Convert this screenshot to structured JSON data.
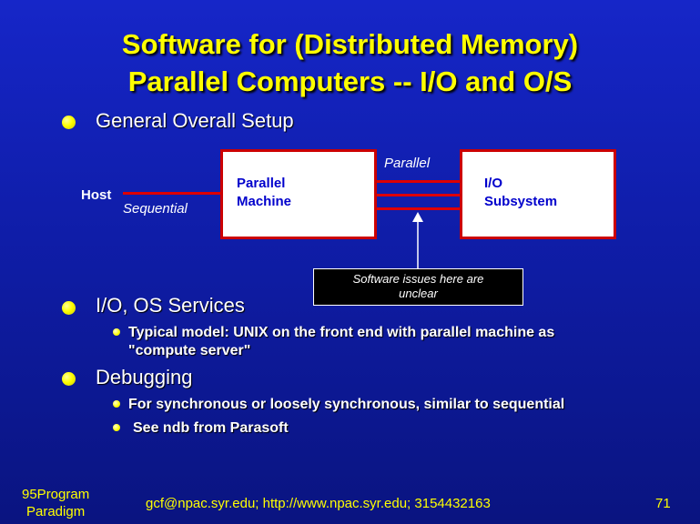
{
  "title": {
    "line1": "Software for (Distributed Memory)",
    "line2": "Parallel Computers -- I/O and O/S"
  },
  "sections": [
    {
      "label": "General Overall Setup"
    },
    {
      "label": "I/O, OS Services",
      "subitems": [
        "Typical model: UNIX on the front end with parallel machine as",
        "\"compute server\""
      ]
    },
    {
      "label": "Debugging",
      "subitems": [
        "For synchronous or loosely synchronous, similar to sequential",
        "See ndb from Parasoft"
      ]
    }
  ],
  "diagram": {
    "host": "Host",
    "sequential": "Sequential",
    "parallel_machine": [
      "Parallel",
      "Machine"
    ],
    "parallel": "Parallel",
    "io_subsystem": [
      "I/O",
      "Subsystem"
    ],
    "note": [
      "Software issues here are",
      "unclear"
    ]
  },
  "footer": {
    "left": [
      "95Program",
      "Paradigm"
    ],
    "center": "gcf@npac.syr.edu; http://www.npac.syr.edu; 3154432163",
    "page": "71"
  }
}
